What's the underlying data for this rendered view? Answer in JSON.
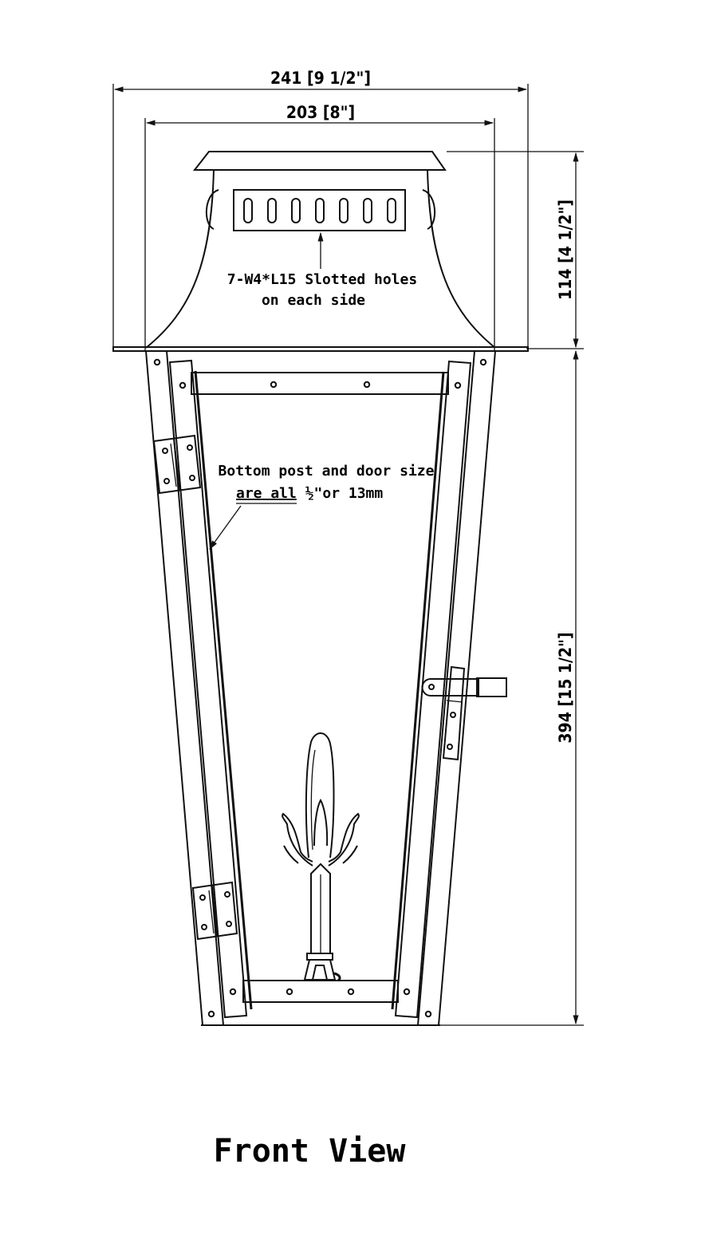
{
  "dimensions": {
    "overall_width": "241 [9 1/2\"]",
    "top_width": "203 [8\"]",
    "top_height": "114 [4 1/2\"]",
    "body_height": "394 [15 1/2\"]"
  },
  "notes": {
    "slot_note_line1": "7-W4*L15 Slotted holes",
    "slot_note_line2": "on each side",
    "post_note_line1": "Bottom post and door size",
    "post_note_line2_underlined": "are all",
    "post_note_line2_rest": " ½\"or 13mm"
  },
  "title": "Front View"
}
